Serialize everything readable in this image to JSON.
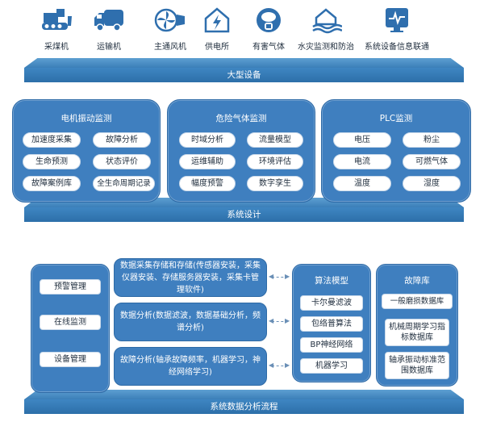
{
  "equipment": [
    {
      "label": "采煤机",
      "icon": "bulldozer-icon"
    },
    {
      "label": "运输机",
      "icon": "transport-truck-icon"
    },
    {
      "label": "主通风机",
      "icon": "fan-icon"
    },
    {
      "label": "供电所",
      "icon": "power-house-icon"
    },
    {
      "label": "有害气体",
      "icon": "gas-mask-icon"
    },
    {
      "label": "水灾监测和防治",
      "icon": "flood-house-icon"
    },
    {
      "label": "系统设备信息联通",
      "icon": "monitor-icon"
    }
  ],
  "bars": {
    "large_equipment": "大型设备",
    "system_design": "系统设计",
    "analysis_flow": "系统数据分析流程"
  },
  "design": {
    "motor": {
      "title": "电机振动监测",
      "items": [
        "加速度采集",
        "故障分析",
        "生命预测",
        "状态评价",
        "故障案例库",
        "全生命周期记录"
      ]
    },
    "gas": {
      "title": "危险气体监测",
      "items": [
        "时域分析",
        "流量模型",
        "运维辅助",
        "环境评估",
        "幅度预警",
        "数字孪生"
      ]
    },
    "plc": {
      "title": "PLC监测",
      "items": [
        "电压",
        "粉尘",
        "电流",
        "可燃气体",
        "温度",
        "湿度"
      ]
    }
  },
  "flow": {
    "mgmt": [
      "预警管理",
      "在线监测",
      "设备管理"
    ],
    "steps": [
      "数据采集存储和存储(传感器安装，采集仪器安装、存储服务器安装，采集卡管理软件)",
      "数据分析(数据滤波，数据基础分析，频谱分析)",
      "故障分析(轴承故障频率，机器学习，神经网络学习)"
    ],
    "algo": {
      "title": "算法模型",
      "items": [
        "卡尔曼滤波",
        "包络普算法",
        "BP神经网络",
        "机器学习"
      ]
    },
    "faultdb": {
      "title": "故障库",
      "items": [
        "一般磨损数据库",
        "机械周期学习指标数据库",
        "轴承振动标准范围数据库"
      ]
    }
  },
  "colors": {
    "panel": "#3f7fbf",
    "bar": "#2d6fa9",
    "pill": "#ffffff"
  }
}
